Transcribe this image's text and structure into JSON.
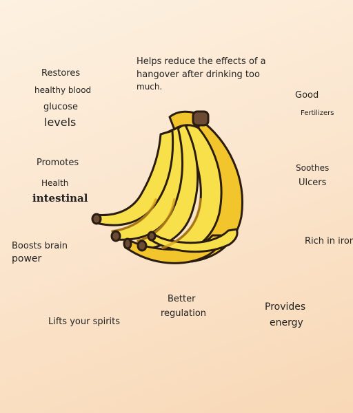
{
  "benefits": {
    "hangover": [
      "Helps reduce the effects of a",
      "hangover after drinking too",
      "much."
    ],
    "restores": [
      "Restores",
      "healthy blood",
      "glucose",
      "levels"
    ],
    "good": [
      "Good",
      "Fertilizers"
    ],
    "promotes": [
      "Promotes",
      "Health",
      "intestinal"
    ],
    "soothes": [
      "Soothes",
      "Ulcers"
    ],
    "iron": "Rich in iron",
    "brain": [
      "Boosts brain",
      "power"
    ],
    "better": [
      "Better",
      "regulation"
    ],
    "energy": [
      "Provides",
      "energy"
    ],
    "spirits": "Lifts your spirits"
  },
  "colors": {
    "banana_light": "#f8e04a",
    "banana_mid": "#f1c52b",
    "banana_shadow": "#d79d1c",
    "outline": "#2a1c10",
    "stem": "#6b4b33"
  },
  "icons": {
    "illustration": "banana-bunch-icon"
  }
}
